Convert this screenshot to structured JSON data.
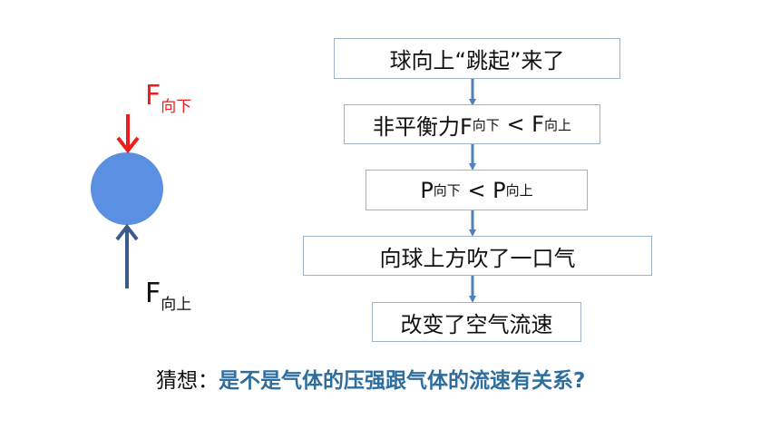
{
  "forces": {
    "down": {
      "symbol": "F",
      "sub": "向下",
      "color": "#ee1c1c"
    },
    "up": {
      "symbol": "F",
      "sub": "向上",
      "color": "#111111"
    }
  },
  "flow": {
    "box1": "球向上“跳起”来了",
    "box2": {
      "prefix": "非平衡力F",
      "sub1": "向下",
      "mid": " < F",
      "sub2": "向上"
    },
    "box3": {
      "prefix": "P",
      "sub1": "向下",
      "mid": " < P",
      "sub2": "向上"
    },
    "box4": "向球上方吹了一口气",
    "box5": "改变了空气流速"
  },
  "guess": {
    "label": "猜想：",
    "question": "是不是气体的压强跟气体的流速有关系?"
  },
  "colors": {
    "ball": "#5b8fe2",
    "up_arrow": "#3a5a8c",
    "down_arrow": "#ee1c1c",
    "flow_arrow": "#4f81bd",
    "question": "#2e6e9e"
  }
}
